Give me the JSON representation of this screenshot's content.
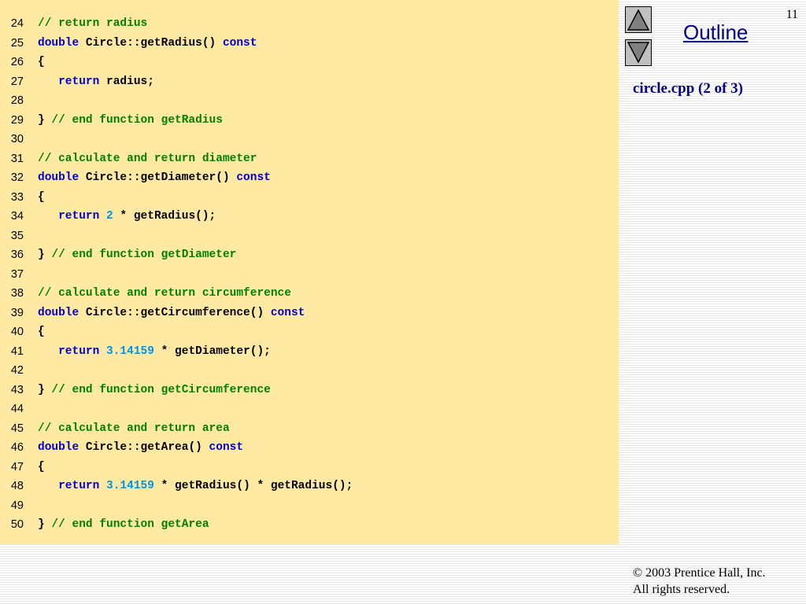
{
  "slide": {
    "page_number": "11",
    "outline_label": "Outline",
    "file_title": "circle.cpp (2 of 3)",
    "copyright_line1": "© 2003 Prentice Hall, Inc.",
    "copyright_line2": "All rights reserved.",
    "nav_up_icon": "triangle-up-icon",
    "nav_down_icon": "triangle-down-icon",
    "colors": {
      "code_background": "#ffe9a3",
      "keyword": "#0000cc",
      "comment": "#008000",
      "number": "#0094e0",
      "outline_link": "#000080"
    }
  },
  "code_lines": [
    {
      "num": "24",
      "tokens": [
        {
          "t": "cm",
          "s": "// return radius"
        }
      ]
    },
    {
      "num": "25",
      "tokens": [
        {
          "t": "kw",
          "s": "double"
        },
        {
          "t": "pl",
          "s": " Circle::getRadius() "
        },
        {
          "t": "kw",
          "s": "const"
        }
      ]
    },
    {
      "num": "26",
      "tokens": [
        {
          "t": "pl",
          "s": "{"
        }
      ]
    },
    {
      "num": "27",
      "tokens": [
        {
          "t": "pl",
          "s": "   "
        },
        {
          "t": "kw",
          "s": "return"
        },
        {
          "t": "pl",
          "s": " radius;"
        }
      ]
    },
    {
      "num": "28",
      "tokens": []
    },
    {
      "num": "29",
      "tokens": [
        {
          "t": "pl",
          "s": "} "
        },
        {
          "t": "cm",
          "s": "// end function getRadius"
        }
      ]
    },
    {
      "num": "30",
      "tokens": []
    },
    {
      "num": "31",
      "tokens": [
        {
          "t": "cm",
          "s": "// calculate and return diameter"
        }
      ]
    },
    {
      "num": "32",
      "tokens": [
        {
          "t": "kw",
          "s": "double"
        },
        {
          "t": "pl",
          "s": " Circle::getDiameter() "
        },
        {
          "t": "kw",
          "s": "const"
        }
      ]
    },
    {
      "num": "33",
      "tokens": [
        {
          "t": "pl",
          "s": "{"
        }
      ]
    },
    {
      "num": "34",
      "tokens": [
        {
          "t": "pl",
          "s": "   "
        },
        {
          "t": "kw",
          "s": "return"
        },
        {
          "t": "pl",
          "s": " "
        },
        {
          "t": "num",
          "s": "2"
        },
        {
          "t": "pl",
          "s": " * getRadius();"
        }
      ]
    },
    {
      "num": "35",
      "tokens": []
    },
    {
      "num": "36",
      "tokens": [
        {
          "t": "pl",
          "s": "} "
        },
        {
          "t": "cm",
          "s": "// end function getDiameter"
        }
      ]
    },
    {
      "num": "37",
      "tokens": []
    },
    {
      "num": "38",
      "tokens": [
        {
          "t": "cm",
          "s": "// calculate and return circumference"
        }
      ]
    },
    {
      "num": "39",
      "tokens": [
        {
          "t": "kw",
          "s": "double"
        },
        {
          "t": "pl",
          "s": " Circle::getCircumference() "
        },
        {
          "t": "kw",
          "s": "const"
        }
      ]
    },
    {
      "num": "40",
      "tokens": [
        {
          "t": "pl",
          "s": "{"
        }
      ]
    },
    {
      "num": "41",
      "tokens": [
        {
          "t": "pl",
          "s": "   "
        },
        {
          "t": "kw",
          "s": "return"
        },
        {
          "t": "pl",
          "s": " "
        },
        {
          "t": "num",
          "s": "3.14159"
        },
        {
          "t": "pl",
          "s": " * getDiameter();"
        }
      ]
    },
    {
      "num": "42",
      "tokens": []
    },
    {
      "num": "43",
      "tokens": [
        {
          "t": "pl",
          "s": "} "
        },
        {
          "t": "cm",
          "s": "// end function getCircumference"
        }
      ]
    },
    {
      "num": "44",
      "tokens": []
    },
    {
      "num": "45",
      "tokens": [
        {
          "t": "cm",
          "s": "// calculate and return area"
        }
      ]
    },
    {
      "num": "46",
      "tokens": [
        {
          "t": "kw",
          "s": "double"
        },
        {
          "t": "pl",
          "s": " Circle::getArea() "
        },
        {
          "t": "kw",
          "s": "const"
        }
      ]
    },
    {
      "num": "47",
      "tokens": [
        {
          "t": "pl",
          "s": "{"
        }
      ]
    },
    {
      "num": "48",
      "tokens": [
        {
          "t": "pl",
          "s": "   "
        },
        {
          "t": "kw",
          "s": "return"
        },
        {
          "t": "pl",
          "s": " "
        },
        {
          "t": "num",
          "s": "3.14159"
        },
        {
          "t": "pl",
          "s": " * getRadius() * getRadius();"
        }
      ]
    },
    {
      "num": "49",
      "tokens": []
    },
    {
      "num": "50",
      "tokens": [
        {
          "t": "pl",
          "s": "} "
        },
        {
          "t": "cm",
          "s": "// end function getArea"
        }
      ]
    }
  ]
}
